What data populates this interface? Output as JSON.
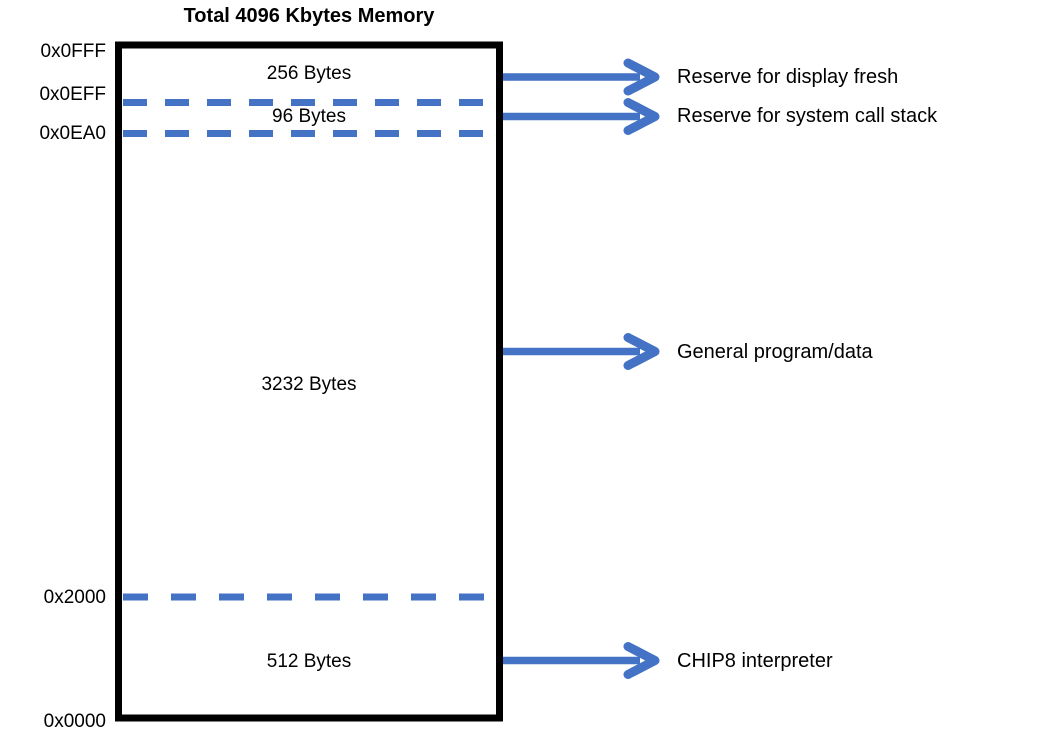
{
  "title": "Total 4096 Kbytes Memory",
  "colors": {
    "accent": "#4472C4",
    "outline": "#000000"
  },
  "addresses": [
    "0x0FFF",
    "0x0EFF",
    "0x0EA0",
    "0x2000",
    "0x0000"
  ],
  "segments": [
    {
      "size": "256 Bytes",
      "label": "Reserve for display fresh"
    },
    {
      "size": "96 Bytes",
      "label": "Reserve for system call stack"
    },
    {
      "size": "3232 Bytes",
      "label": "General program/data"
    },
    {
      "size": "512 Bytes",
      "label": "CHIP8 interpreter"
    }
  ]
}
